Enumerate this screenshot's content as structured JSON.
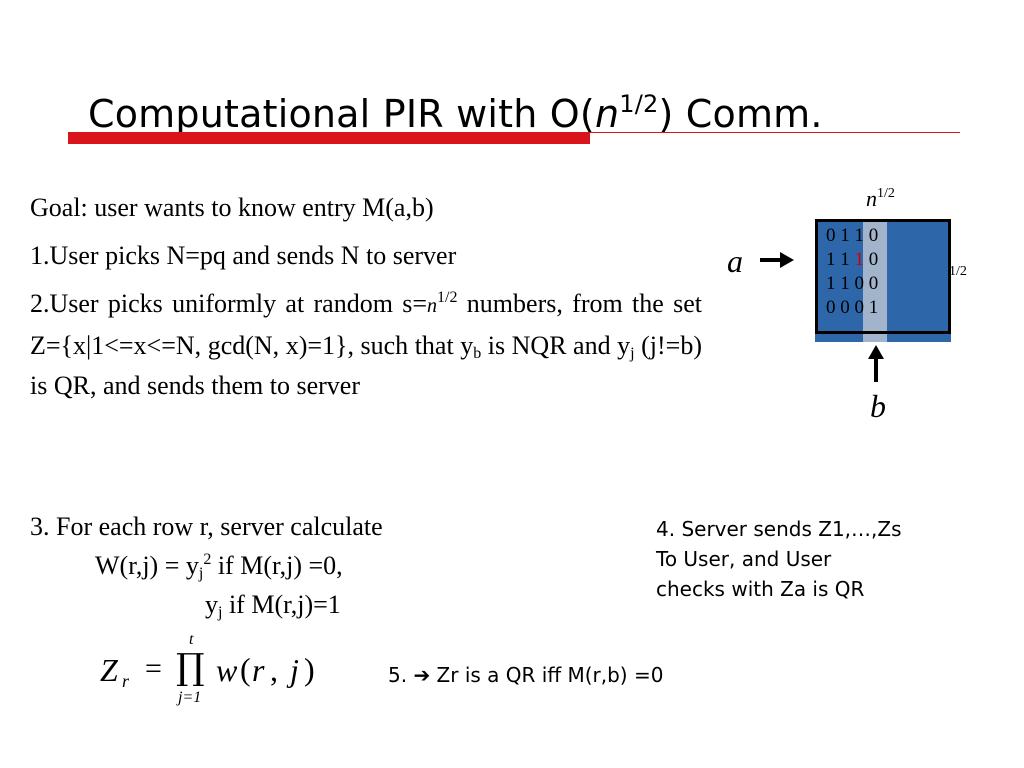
{
  "title": {
    "prefix": "Computational PIR with O(",
    "n": "n",
    "exp": "1/2",
    "suffix": ") Comm."
  },
  "goal": "Goal: user wants to know entry M(a,b)",
  "step1": "1.User picks N=pq and sends N to server",
  "step2": {
    "prefix": "2.User picks uniformly at random s=",
    "n": "n",
    "exp": "1/2",
    "after_exp": " numbers, from the set Z={x|1<=x<=N, gcd(N, x)=1}, such that y",
    "sub_b": "b",
    "mid": " is NQR and y",
    "sub_j": "j",
    "end": " (j!=b) is QR, and sends them to server"
  },
  "step3": {
    "line1": "3. For each row r, server calculate",
    "line2_prefix": "W(r,j) = y",
    "line2_sub": "j",
    "line2_sup": "2",
    "line2_suffix": " if M(r,j) =0,",
    "line3_prefix": "y",
    "line3_sub": "j",
    "line3_suffix": " if M(r,j)=1"
  },
  "step4": {
    "line1": "4. Server sends Z1,…,Zs",
    "line2": "To User, and User",
    "line3": "checks with Za is QR"
  },
  "step5": "5. ➔ Zr is a QR iff M(r,b) =0",
  "formula": {
    "Z": "Z",
    "r": "r",
    "eq": "=",
    "prod": "∏",
    "top": "t",
    "bottom": "j=1",
    "w": "w",
    "lp": "(",
    "rr": "r",
    "comma": ",",
    "jj": "j",
    "rp": ")"
  },
  "diagram": {
    "rows": [
      [
        "0",
        "1",
        "1",
        "0"
      ],
      [
        "1",
        "1",
        "1",
        "0"
      ],
      [
        "1",
        "1",
        "0",
        "0"
      ],
      [
        "0",
        "0",
        "0",
        "1"
      ]
    ],
    "highlight_color": "#cc0000",
    "matrix_color": "#2e67a9",
    "column_color": "#a2b4cc",
    "n_label": "n",
    "n_exp": "1/2",
    "a": "a",
    "b": "b"
  },
  "colors": {
    "accent_red": "#d9141a"
  }
}
